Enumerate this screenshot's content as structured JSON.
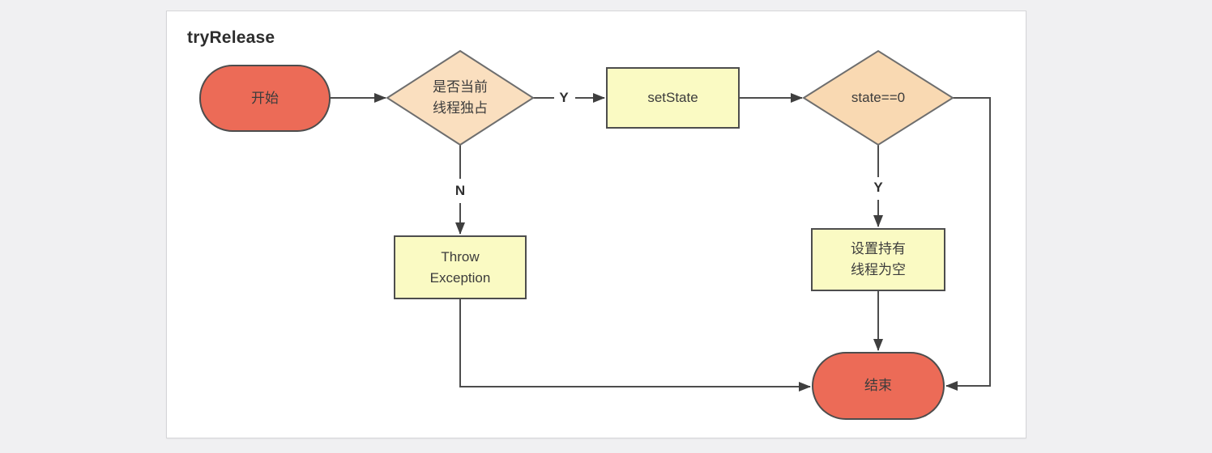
{
  "flowchart": {
    "title": "tryRelease",
    "nodes": {
      "start": {
        "type": "terminal",
        "label": "开始"
      },
      "decision_exclusive": {
        "type": "decision",
        "lines": [
          "是否当前",
          "线程独占"
        ]
      },
      "set_state": {
        "type": "process",
        "label": "setState"
      },
      "decision_state_zero": {
        "type": "decision",
        "label": "state==0"
      },
      "throw_exception": {
        "type": "process",
        "lines": [
          "Throw",
          "Exception"
        ]
      },
      "clear_owner_thread": {
        "type": "process",
        "lines": [
          "设置持有",
          "线程为空"
        ]
      },
      "end": {
        "type": "terminal",
        "label": "结束"
      }
    },
    "edge_labels": {
      "exclusive_yes": "Y",
      "exclusive_no": "N",
      "state_zero_yes": "Y"
    },
    "colors": {
      "page_bg": "#f0f0f2",
      "panel_bg": "#ffffff",
      "panel_border": "#d5d5d8",
      "terminal_fill": "#ec6b57",
      "decision_exclusive_fill": "#fadfbf",
      "decision_state_zero_fill": "#f9d9b2",
      "process_fill": "#fafac3",
      "line_stroke": "#4d4d4d"
    }
  }
}
